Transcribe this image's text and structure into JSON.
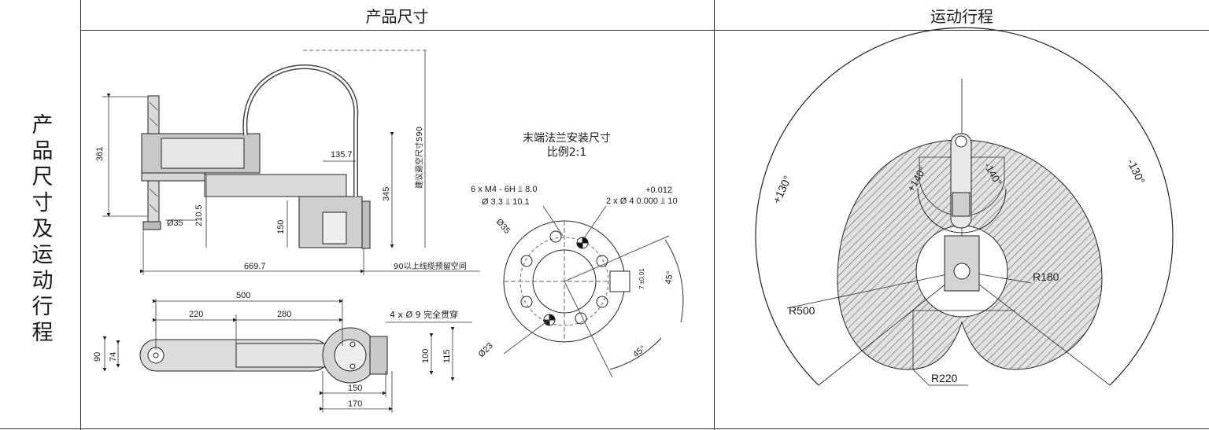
{
  "row_label": "产品尺寸及运动行程",
  "headers": {
    "dimensions": "产品尺寸",
    "motion_range": "运动行程"
  },
  "side_view": {
    "dim_361": "361",
    "dim_210_5": "210.5",
    "dim_150": "150",
    "dim_135_7": "135.7",
    "dim_345": "345",
    "cable_space": "建议避空尺寸590",
    "shaft_diameter": "Ø35",
    "dim_669_7": "669.7",
    "cable_reserve": "90以上线缆预留空间"
  },
  "top_view": {
    "dim_500": "500",
    "dim_220": "220",
    "dim_280": "280",
    "dim_90": "90",
    "dim_74": "74",
    "dim_100": "100",
    "dim_115": "115",
    "dim_150": "150",
    "dim_170": "170",
    "through_holes": "4 x Ø 9 完全贯穿"
  },
  "flange": {
    "title": "末端法兰安装尺寸",
    "scale": "比例2:1",
    "thread_spec_1": "6 x M4 - 6H ⫫ 8.0",
    "thread_spec_2": "Ø 3.3 ⫫ 10.1",
    "pin_tolerance": "+0.012",
    "pin_spec": "2 x Ø 4 0.000 ⫫ 10",
    "dia_35": "Ø35",
    "dia_23": "Ø23",
    "angle_45a": "45°",
    "angle_45b": "45°",
    "dim_7": "7 ±0.01"
  },
  "motion": {
    "angle_pos130": "+130°",
    "angle_neg130": "-130°",
    "angle_pos140": "+140°",
    "angle_neg140": "-140°",
    "r500": "R500",
    "r180": "R180",
    "r220": "R220"
  }
}
